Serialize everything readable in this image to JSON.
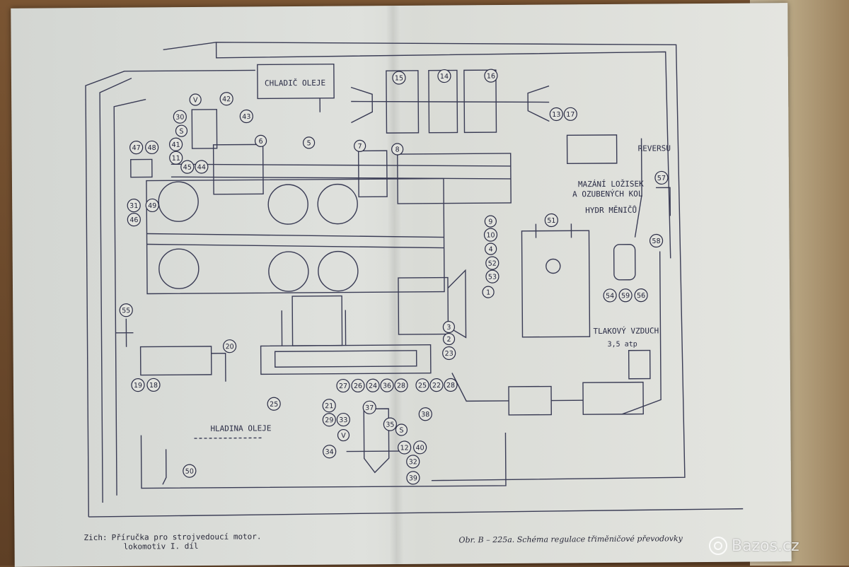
{
  "diagram": {
    "labels": {
      "cooler": "CHLADIČ OLEJE",
      "reverse": "REVERSU",
      "lubrication_1": "MAZÁNÍ LOŽISEK",
      "lubrication_2": "A OZUBENÝCH KOL",
      "converter": "HYDR MĚNIČŮ",
      "air": "TLAKOVÝ VZDUCH",
      "air_pressure": "3,5 atp",
      "oil_level": "HLADINA OLEJE"
    },
    "callouts": [
      {
        "id": "c15",
        "text": "15"
      },
      {
        "id": "c14",
        "text": "14"
      },
      {
        "id": "c16",
        "text": "16"
      },
      {
        "id": "c13",
        "text": "13"
      },
      {
        "id": "c17",
        "text": "17"
      },
      {
        "id": "c42",
        "text": "42"
      },
      {
        "id": "c43",
        "text": "43"
      },
      {
        "id": "c30",
        "text": "30"
      },
      {
        "id": "c41",
        "text": "41"
      },
      {
        "id": "c11",
        "text": "11"
      },
      {
        "id": "c6",
        "text": "6"
      },
      {
        "id": "c5",
        "text": "5"
      },
      {
        "id": "c7",
        "text": "7"
      },
      {
        "id": "c8",
        "text": "8"
      },
      {
        "id": "c47",
        "text": "47"
      },
      {
        "id": "c48",
        "text": "48"
      },
      {
        "id": "c45",
        "text": "45"
      },
      {
        "id": "c44",
        "text": "44"
      },
      {
        "id": "c31",
        "text": "31"
      },
      {
        "id": "c49",
        "text": "49"
      },
      {
        "id": "c46",
        "text": "46"
      },
      {
        "id": "c57",
        "text": "57"
      },
      {
        "id": "c58",
        "text": "58"
      },
      {
        "id": "c51",
        "text": "51"
      },
      {
        "id": "c9",
        "text": "9"
      },
      {
        "id": "c10",
        "text": "10"
      },
      {
        "id": "c4",
        "text": "4"
      },
      {
        "id": "c52",
        "text": "52"
      },
      {
        "id": "c53",
        "text": "53"
      },
      {
        "id": "c1",
        "text": "1"
      },
      {
        "id": "c54",
        "text": "54"
      },
      {
        "id": "c59",
        "text": "59"
      },
      {
        "id": "c56",
        "text": "56"
      },
      {
        "id": "c3",
        "text": "3"
      },
      {
        "id": "c2",
        "text": "2"
      },
      {
        "id": "c23",
        "text": "23"
      },
      {
        "id": "c55",
        "text": "55"
      },
      {
        "id": "c20",
        "text": "20"
      },
      {
        "id": "c19",
        "text": "19"
      },
      {
        "id": "c18",
        "text": "18"
      },
      {
        "id": "c25a",
        "text": "25"
      },
      {
        "id": "c21",
        "text": "21"
      },
      {
        "id": "c27",
        "text": "27"
      },
      {
        "id": "c26",
        "text": "26"
      },
      {
        "id": "c24",
        "text": "24"
      },
      {
        "id": "c36",
        "text": "36"
      },
      {
        "id": "c28a",
        "text": "28"
      },
      {
        "id": "c25b",
        "text": "25"
      },
      {
        "id": "c22",
        "text": "22"
      },
      {
        "id": "c28b",
        "text": "28"
      },
      {
        "id": "c37",
        "text": "37"
      },
      {
        "id": "c38",
        "text": "38"
      },
      {
        "id": "c29",
        "text": "29"
      },
      {
        "id": "c33",
        "text": "33"
      },
      {
        "id": "c35",
        "text": "35"
      },
      {
        "id": "c34",
        "text": "34"
      },
      {
        "id": "c12",
        "text": "12"
      },
      {
        "id": "c40",
        "text": "40"
      },
      {
        "id": "c32",
        "text": "32"
      },
      {
        "id": "c39",
        "text": "39"
      },
      {
        "id": "c50",
        "text": "50"
      },
      {
        "id": "cV1",
        "text": "V"
      },
      {
        "id": "cS1",
        "text": "S"
      },
      {
        "id": "cV2",
        "text": "V"
      },
      {
        "id": "cS2",
        "text": "S"
      }
    ]
  },
  "footer": {
    "source_label": "Zich:",
    "source_line1": "Příručka pro strojvedoucí motor.",
    "source_line2": "lokomotiv I. díl",
    "caption": "Obr. B – 225a. Schéma regulace třiměničové převodovky"
  },
  "watermark": {
    "text": "Bazos.cz"
  }
}
